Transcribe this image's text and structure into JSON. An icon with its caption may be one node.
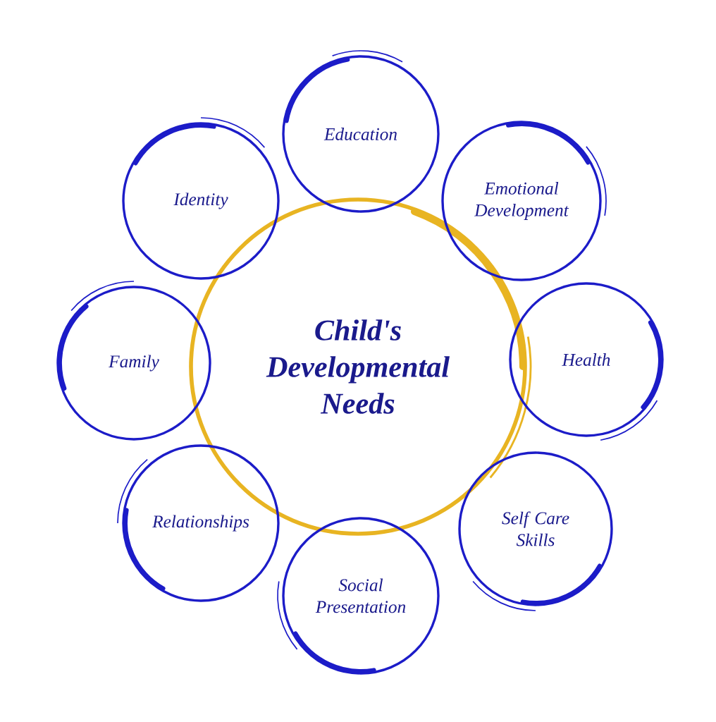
{
  "diagram": {
    "nodes": [
      {
        "text": [
          "Child's Developmental Needs"
        ]
      },
      {
        "text": [
          "Education"
        ]
      },
      {
        "text": [
          "Emotional Development"
        ]
      },
      {
        "text": [
          "Health"
        ]
      },
      {
        "text": [
          "Self Care Skills"
        ]
      },
      {
        "text": [
          "Social Presentation"
        ]
      },
      {
        "text": [
          "Relationships"
        ]
      },
      {
        "text": [
          "Family"
        ]
      },
      {
        "text": [
          "Identity"
        ]
      }
    ]
  }
}
